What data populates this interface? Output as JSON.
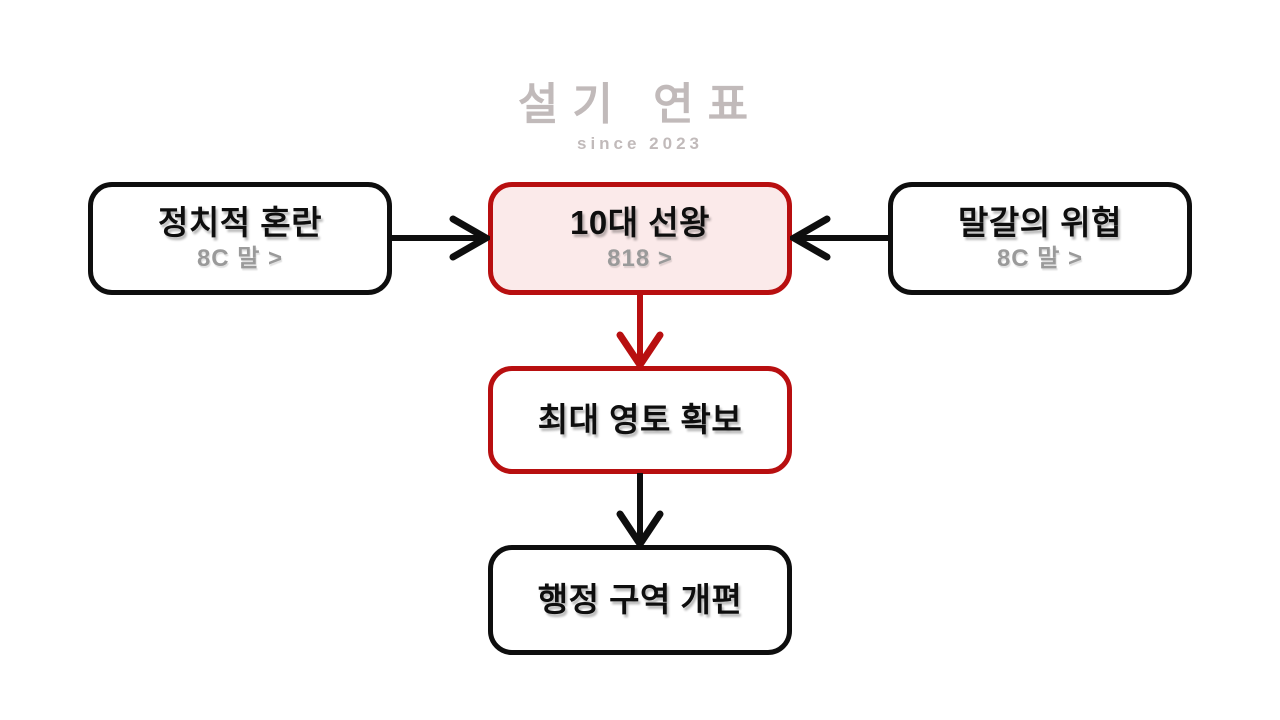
{
  "watermark": {
    "title": "설기 연표",
    "subtitle": "since 2023"
  },
  "nodes": {
    "left": {
      "title": "정치적 혼란",
      "subtitle": "8C 말 >"
    },
    "center": {
      "title": "10대 선왕",
      "subtitle": "818 >"
    },
    "right": {
      "title": "말갈의 위협",
      "subtitle": "8C 말 >"
    },
    "middle": {
      "title": "최대 영토 확보"
    },
    "bottom": {
      "title": "행정 구역 개편"
    }
  },
  "arrows": {
    "left_to_center": {
      "direction": "right",
      "color": "#0e0e0e"
    },
    "right_to_center": {
      "direction": "left",
      "color": "#0e0e0e"
    },
    "center_to_middle": {
      "direction": "down",
      "color": "#b80f10"
    },
    "middle_to_bottom": {
      "direction": "down",
      "color": "#0e0e0e"
    }
  },
  "colors": {
    "accent_red": "#b80f10",
    "accent_red_fill": "#fbeaea",
    "ink_black": "#0e0e0e",
    "sub_gray": "#9a9a9a",
    "watermark_gray": "#b7afaf",
    "bg_white": "#ffffff"
  }
}
